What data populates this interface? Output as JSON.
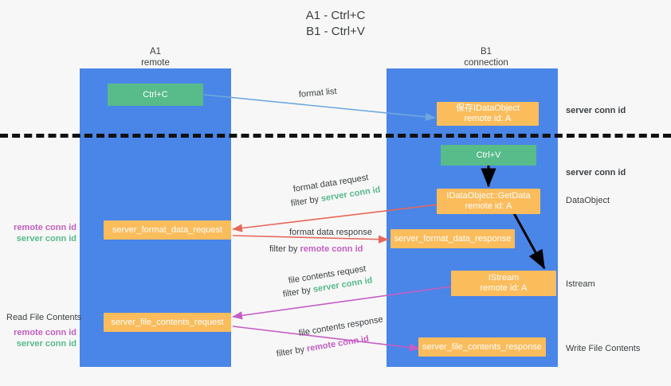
{
  "title": {
    "line1": "A1 - Ctrl+C",
    "line2": "B1 - Ctrl+V"
  },
  "columns": [
    {
      "name": "A1",
      "sub": "remote"
    },
    {
      "name": "B1",
      "sub": "connection"
    }
  ],
  "boxes": {
    "ctrl_c": "Ctrl+C",
    "ctrl_v": "Ctrl+V",
    "save_dataobject_line1": "保存IDataObject",
    "save_dataobject_line2": "remote id: A",
    "getdata_line1": "IDataObject::GetData",
    "getdata_line2": "remote id: A",
    "istream_line1": "IStream",
    "istream_line2": "remote id: A",
    "server_format_data_request": "server_format_data_request",
    "server_format_data_response": "server_format_data_response",
    "server_file_contents_request": "server_file_contents_request",
    "server_file_contents_response": "server_file_contents_response"
  },
  "arrow_labels": {
    "format_list": "format list",
    "format_data_request": "format data request",
    "format_data_request_filter_prefix": "filter by ",
    "format_data_request_filter_value": "server conn id",
    "format_data_response": "format data response",
    "format_data_response_filter_prefix": "filter by ",
    "format_data_response_filter_value": "remote conn id",
    "file_contents_request": "file contents request",
    "file_contents_request_filter_prefix": "filter by ",
    "file_contents_request_filter_value": "server conn id",
    "file_contents_response": "file contents response",
    "file_contents_response_filter_prefix": "filter by ",
    "file_contents_response_filter_value": "remote conn id"
  },
  "right_labels": {
    "server_conn_id_top": "server conn id",
    "server_conn_id_mid": "server conn id",
    "dataobject": "DataObject",
    "istream": "Istream",
    "write_file_contents": "Write File Contents"
  },
  "left_labels": {
    "remote_conn_id_1": "remote conn id",
    "server_conn_id_1": "server conn id",
    "read_file_contents": "Read File Contents",
    "remote_conn_id_2": "remote conn id",
    "server_conn_id_2": "server conn id"
  },
  "colors": {
    "lane": "#4a86e8",
    "green_box": "#57bb8a",
    "orange_box": "#fbbc5c",
    "green_text": "#57bb8a",
    "purple_text": "#c45ec4",
    "arrow_blue": "#6fa8dc",
    "arrow_red": "#e8665a",
    "arrow_magenta": "#c45ec4",
    "arrow_black": "#000000",
    "background": "#f7f7f7"
  }
}
